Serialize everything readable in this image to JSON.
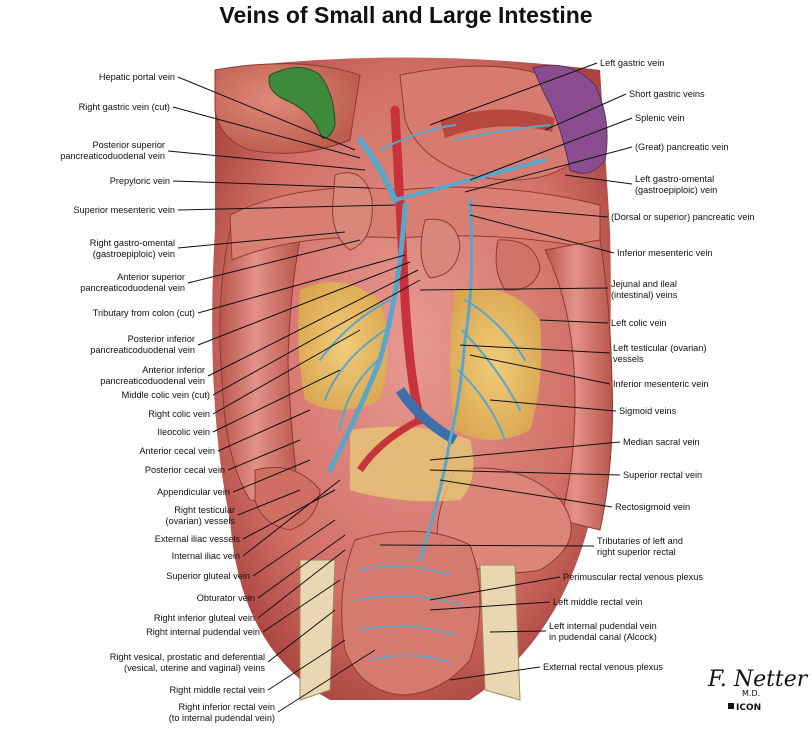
{
  "title": "Veins of Small and Large Intestine",
  "left_labels": [
    "Hepatic portal vein",
    "Right gastric vein (cut)",
    "Posterior superior\npancreaticoduodenal vein",
    "Prepyloric vein",
    "Superior mesenteric vein",
    "Right gastro-omental\n(gastroepiploic) vein",
    "Anterior superior\npancreaticoduodenal vein",
    "Tributary from colon (cut)",
    "Posterior inferior\npancreaticoduodenal vein",
    "Anterior inferior\npancreaticoduodenal vein",
    "Middle colic vein (cut)",
    "Right colic vein",
    "Ileocolic vein",
    "Anterior cecal vein",
    "Posterior cecal vein",
    "Appendicular vein",
    "Right testicular\n(ovarian) vessels",
    "External iliac vessels",
    "Internal iliac vein",
    "Superior gluteal vein",
    "Obturator vein",
    "Right inferior gluteal vein",
    "Right internal pudendal vein",
    "Right vesical, prostatic and deferential\n(vesical, uterine and vaginal) veins",
    "Right middle rectal vein",
    "Right inferior rectal vein\n(to internal pudendal vein)"
  ],
  "right_labels": [
    "Left gastric vein",
    "Short gastric veins",
    "Splenic vein",
    "(Great) pancreatic vein",
    "Left gastro-omental\n(gastroepiploic) vein",
    "(Dorsal or superior) pancreatic vein",
    "Inferior mesenteric vein",
    "Jejunal and ileal\n(intestinal) veins",
    "Left colic vein",
    "Left testicular (ovarian)\nvessels",
    "Inferior mesenteric vein",
    "Sigmoid veins",
    "Median sacral vein",
    "Superior rectal vein",
    "Rectosigmoid vein",
    "Tributaries of left and\nright superior rectal",
    "Perimuscular rectal venous plexus",
    "Left middle rectal vein",
    "Left internal pudendal vein\nin pudendal canal (Alcock)",
    "External rectal venous plexus"
  ],
  "signature": {
    "name": "F. Netter",
    "suffix": "M.D.",
    "publisher": "ICON"
  },
  "colors": {
    "tissue": "#d9807a",
    "tissue_dark": "#b8564f",
    "vein": "#5aa6c9",
    "vein_dark": "#2f6f96",
    "artery": "#c8323a",
    "fat": "#e9c25a",
    "gallbladder": "#3d8a3a",
    "spleen": "#8a4d8f"
  }
}
